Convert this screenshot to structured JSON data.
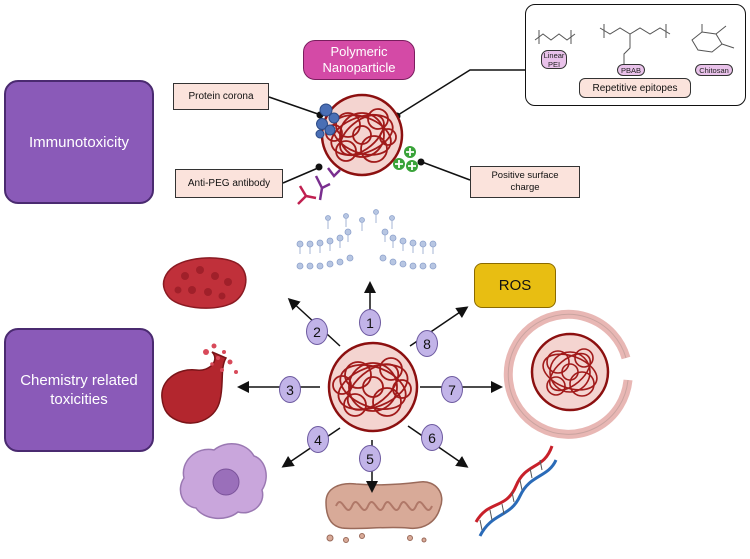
{
  "top_panel": {
    "nanoparticle_label": "Polymeric\nNanoparticle",
    "category": "Immunotoxicity",
    "protein_corona": "Protein corona",
    "anti_peg": "Anti-PEG antibody",
    "positive_charge": "Positive surface\ncharge",
    "repetitive_epitopes": "Repetitive epitopes",
    "polymers": [
      "Linear\nPEI",
      "PBAB",
      "Chitosan"
    ]
  },
  "bottom_panel": {
    "category": "Chemistry related\ntoxicities",
    "ros": "ROS",
    "pathway_numbers": [
      "1",
      "2",
      "3",
      "4",
      "5",
      "6",
      "7",
      "8"
    ]
  },
  "colors": {
    "purple_box": "#8a5ab8",
    "nanoparticle_label_bg": "#d44aa6",
    "label_bg": "#fbe3dc",
    "ros_bg": "#e8be12",
    "number_circle": "#c2b4e8",
    "polymer_strand": "#a11a1a"
  },
  "icons": [
    "lipid-bilayer-icon",
    "liver-tissue-icon",
    "red-blood-cell-icon",
    "macrophage-icon",
    "mitochondrion-icon",
    "dna-icon",
    "nanoparticle-icon",
    "protein-icon",
    "antibody-icon",
    "positive-charge-icon"
  ]
}
